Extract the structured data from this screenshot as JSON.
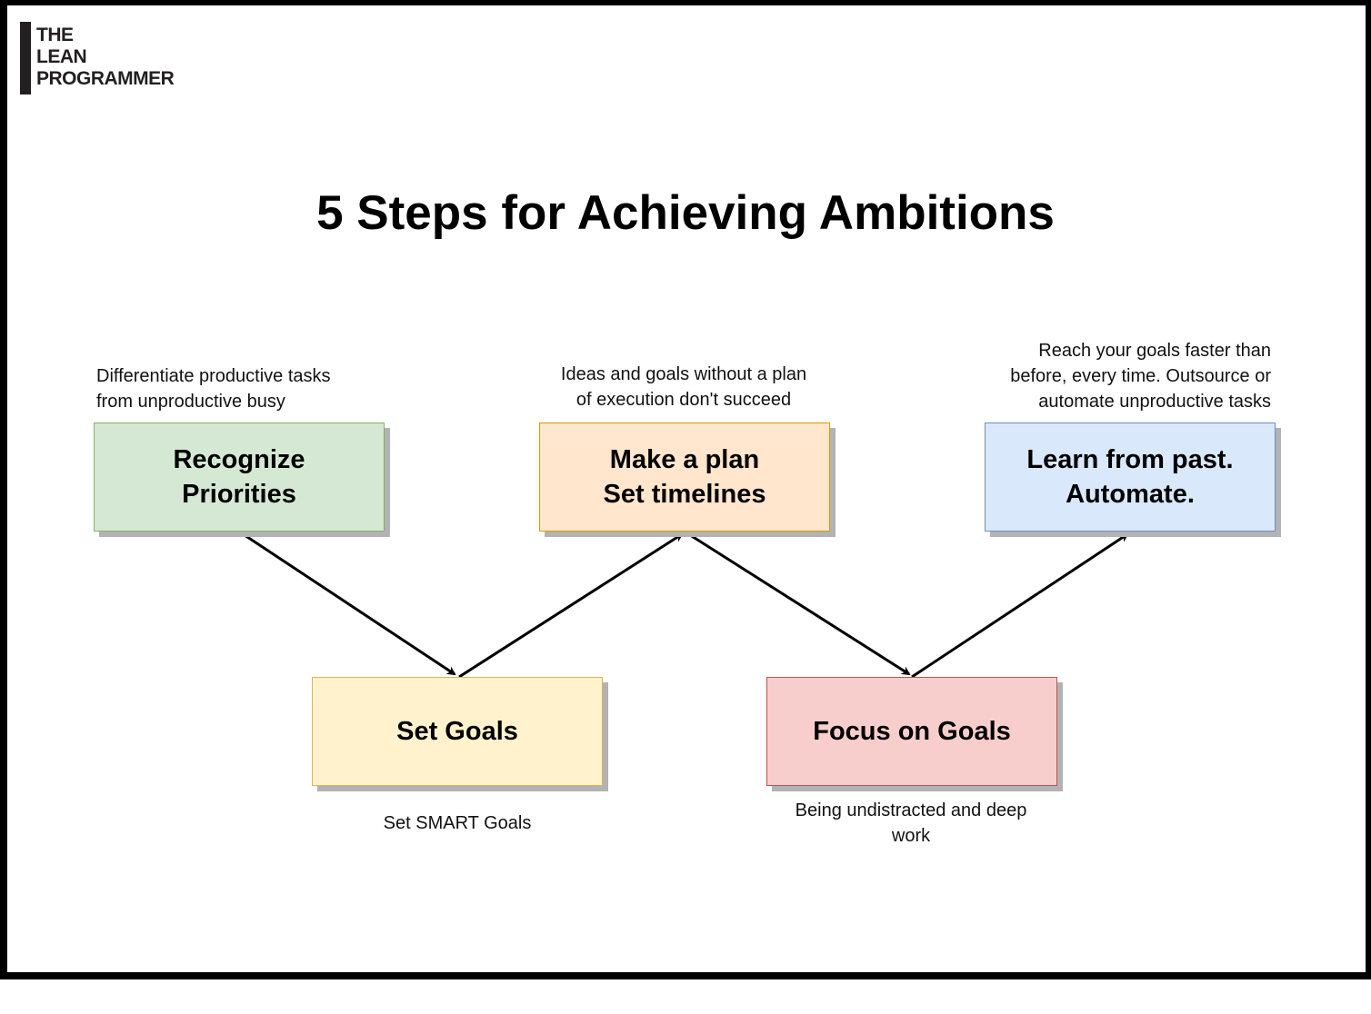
{
  "logo": {
    "lines": [
      "THE",
      "LEAN",
      "PROGRAMMER"
    ]
  },
  "title": "5 Steps for Achieving Ambitions",
  "steps": [
    {
      "label": "Recognize\nPriorities",
      "note": "Differentiate productive tasks\nfrom unproductive busy",
      "fill": "#d5e8d4",
      "stroke": "#82b366"
    },
    {
      "label": "Set Goals",
      "note": "Set SMART Goals",
      "fill": "#fff2cc",
      "stroke": "#d6b656"
    },
    {
      "label": "Make a plan\nSet timelines",
      "note": "Ideas and goals without a plan\nof execution don't succeed",
      "fill": "#ffe6cc",
      "stroke": "#d79b00"
    },
    {
      "label": "Focus on Goals",
      "note": "Being undistracted and deep\nwork",
      "fill": "#f8cecc",
      "stroke": "#b85450"
    },
    {
      "label": "Learn from past.\nAutomate.",
      "note": "Reach your goals faster than\nbefore, every time. Outsource or\nautomate unproductive tasks",
      "fill": "#dae8fc",
      "stroke": "#6c8ebf"
    }
  ]
}
